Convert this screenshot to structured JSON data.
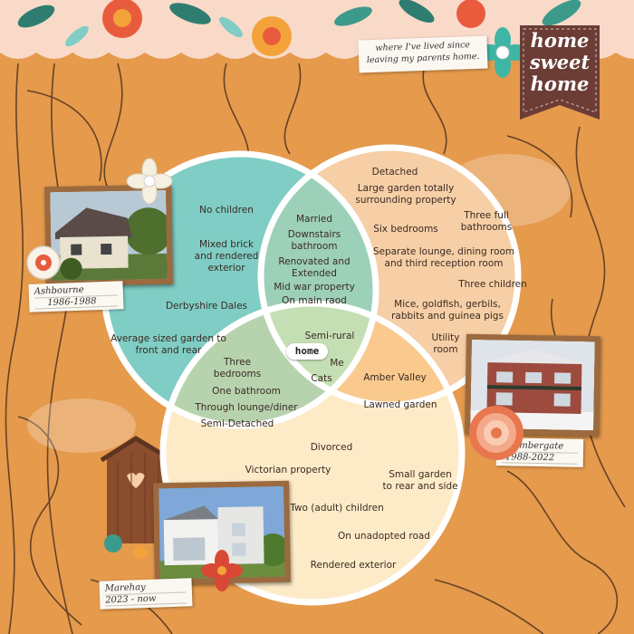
{
  "note": {
    "line1": "where I've lived since",
    "line2": "leaving my parents home."
  },
  "badge": {
    "line1": "home",
    "line2": "sweet",
    "line3": "home"
  },
  "tags": {
    "ashbourne": {
      "place": "Ashbourne",
      "years": "1986-1988"
    },
    "ambergate": {
      "place": "Ambergate",
      "years": "1988-2022"
    },
    "marehay": {
      "place": "Marehay",
      "years": "2023 - now"
    }
  },
  "venn": {
    "center_label": "home",
    "left_only": [
      "No children",
      "Mixed brick\nand rendered\nexterior",
      "Derbyshire Dales",
      "Average sized garden to\nfront and rear"
    ],
    "top_overlap": [
      "Married",
      "Downstairs\nbathroom",
      "Renovated and\nExtended",
      "Mid war property",
      "On main raod"
    ],
    "right_only": [
      "Detached",
      "Large garden totally\nsurrounding property",
      "Six bedrooms",
      "Three full\nbathrooms",
      "Separate lounge, dining room\nand third reception room",
      "Three children",
      "Mice, goldfish, gerbils,\nrabbits and guinea pigs",
      "Utility\nroom"
    ],
    "center_all": [
      "Semi-rural",
      "Me",
      "Cats"
    ],
    "left_bottom_overlap": [
      "Three\nbedrooms",
      "One bathroom",
      "Through lounge/diner",
      "Semi-Detached"
    ],
    "right_bottom_overlap": [
      "Amber Valley",
      "Lawned garden"
    ],
    "bottom_only": [
      "Divorced",
      "Victorian property",
      "Small garden\nto rear and side",
      "Two (adult) children",
      "On unadopted road",
      "Rendered exterior"
    ]
  },
  "colors": {
    "wood": "#e59a4c",
    "teal": "#7fcdc4",
    "peach": "#f6cfa6",
    "cream": "#fdebc8",
    "sage": "#b7d3ae",
    "mint": "#9dd0b9",
    "badge": "#6b3d35"
  }
}
